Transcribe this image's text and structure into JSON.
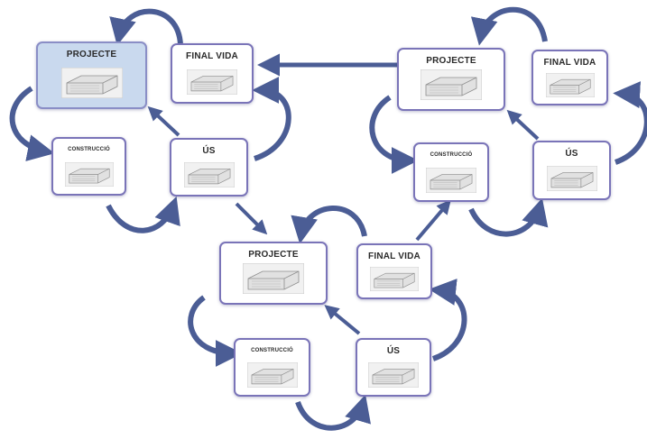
{
  "cycles": [
    {
      "id": "cycle-left",
      "projecte": "PROJECTE",
      "final_vida": "FINAL VIDA",
      "construccio": "CONSTRUCCIÓ",
      "us": "ÚS",
      "highlighted_stage": "projecte"
    },
    {
      "id": "cycle-right",
      "projecte": "PROJECTE",
      "final_vida": "FINAL VIDA",
      "construccio": "CONSTRUCCIÓ",
      "us": "ÚS"
    },
    {
      "id": "cycle-bottom",
      "projecte": "PROJECTE",
      "final_vida": "FINAL VIDA",
      "construccio": "CONSTRUCCIÓ",
      "us": "ÚS"
    }
  ],
  "colors": {
    "arrow": "#4b5d95",
    "box_border": "#7a74b8",
    "highlight_fill": "#c9d9ee"
  }
}
